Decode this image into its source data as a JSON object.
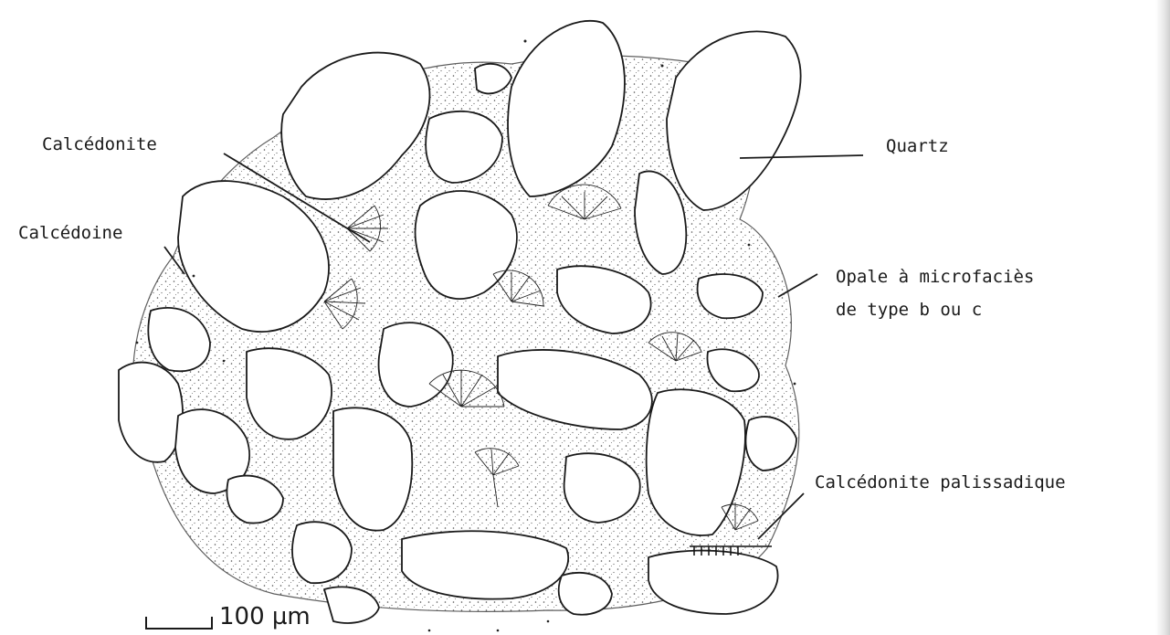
{
  "labels": {
    "calcedonite": "Calcédonite",
    "calcedoine": "Calcédoine",
    "quartz": "Quartz",
    "opale_line1": "Opale à microfaciès",
    "opale_line2": "de type b ou c",
    "calcedonite_palissadique": "Calcédonite palissadique"
  },
  "scale_bar": {
    "text": "100 µm"
  }
}
